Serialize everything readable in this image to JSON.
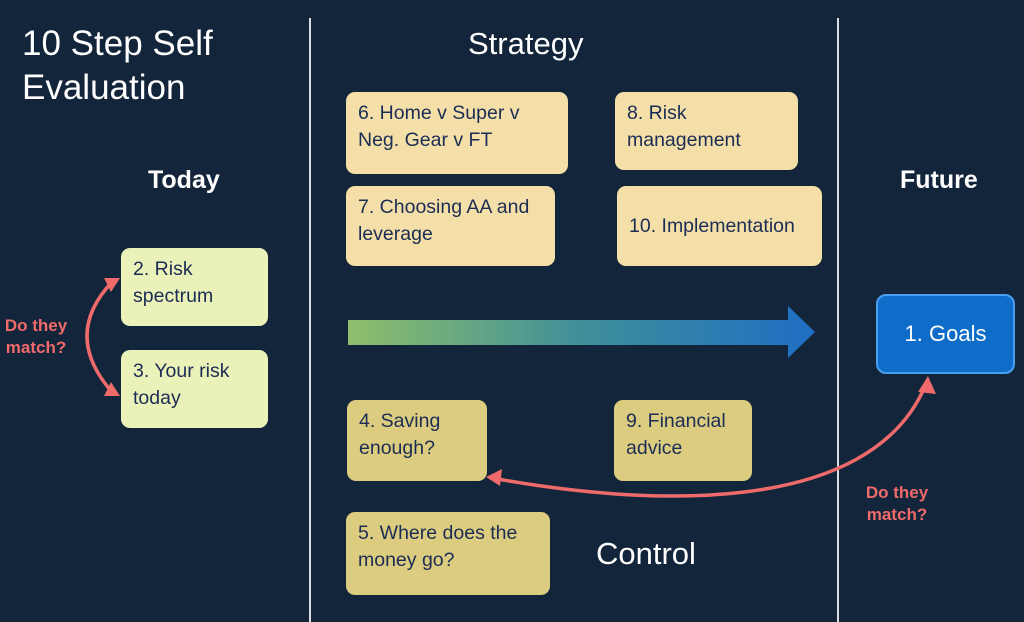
{
  "title": "10 Step Self\nEvaluation",
  "sections": {
    "strategy": "Strategy",
    "control": "Control"
  },
  "columns": {
    "today": "Today",
    "future": "Future"
  },
  "boxes": {
    "step2": "2. Risk\n    spectrum",
    "step3": "3. Your risk\n    today",
    "step4": "4. Saving\n    enough?",
    "step5": "5. Where does the\n    money go?",
    "step6": "6. Home v Super v\n    Neg. Gear v FT",
    "step7": "7. Choosing AA and\n    leverage",
    "step8": "8. Risk\n    management",
    "step9": "9. Financial\n    advice",
    "step10": "10. Implementation",
    "step1": "1. Goals"
  },
  "annotations": {
    "match_left": "Do they\nmatch?",
    "match_right": "Do they\nmatch?"
  },
  "colors": {
    "background": "#13253a",
    "sand_box": "#f4dfa8",
    "khaki_box": "#dccc80",
    "lime_box": "#ebf2b9",
    "goal_box": "#0f6cc8",
    "arrow_start": "#8fbf6a",
    "arrow_end": "#1f6ec4",
    "curve_arrow": "#ef6a6a"
  }
}
